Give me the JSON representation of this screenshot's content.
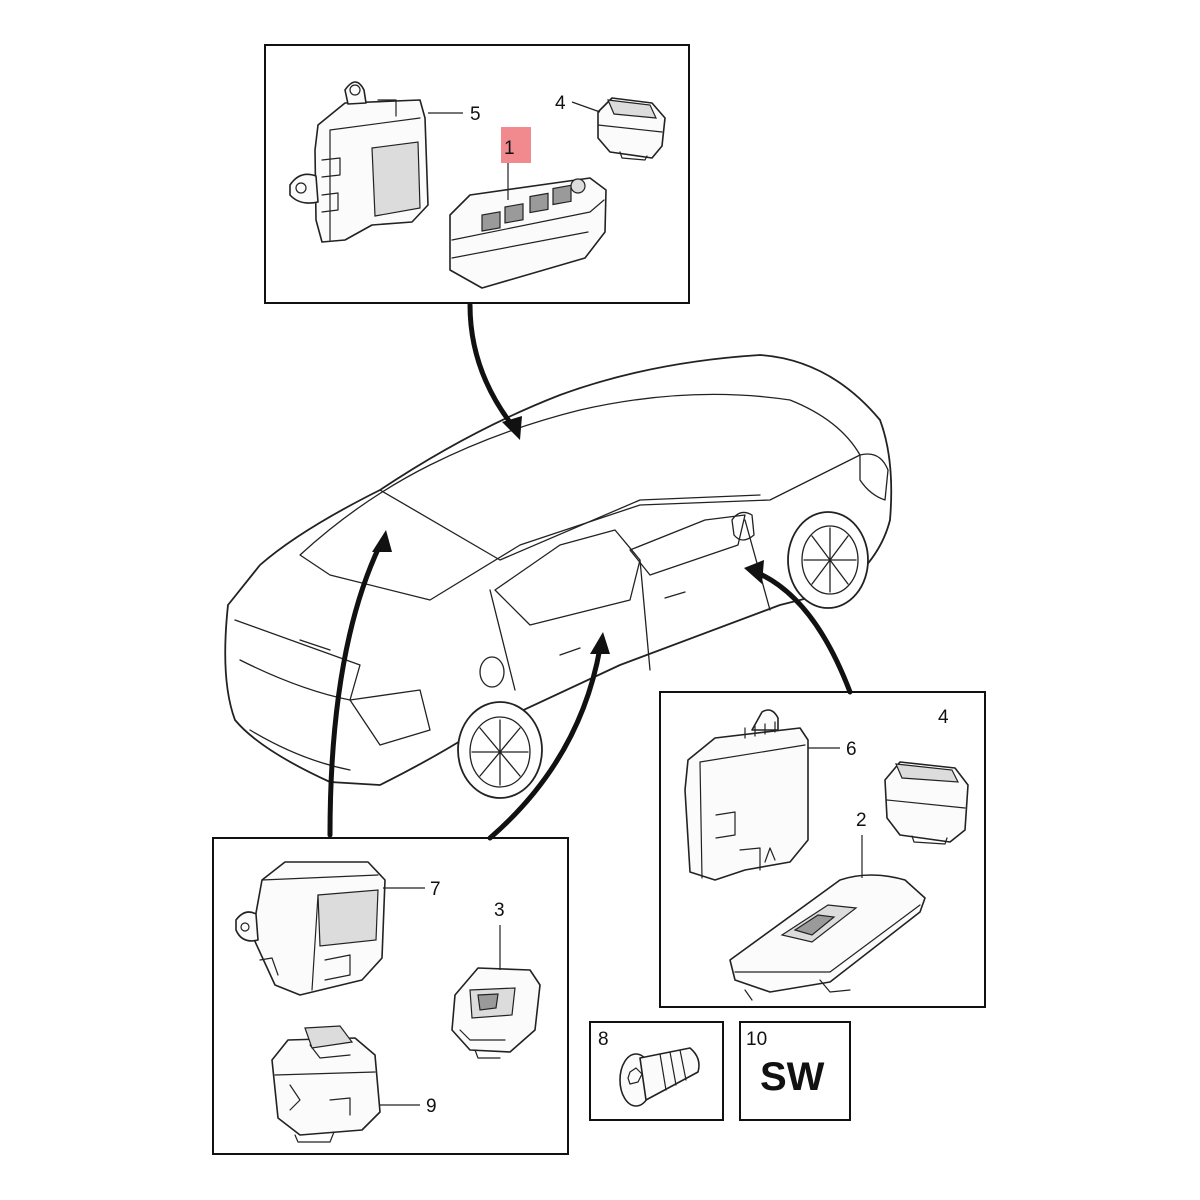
{
  "diagram": {
    "labels": {
      "p1": "1",
      "p2": "2",
      "p3": "3",
      "p4_top": "4",
      "p4_right": "4",
      "p5": "5",
      "p6": "6",
      "p7": "7",
      "p8": "8",
      "p9": "9",
      "p10": "10",
      "sw": "SW"
    },
    "colors": {
      "highlight": "#f08a8f",
      "line": "#222222"
    }
  }
}
